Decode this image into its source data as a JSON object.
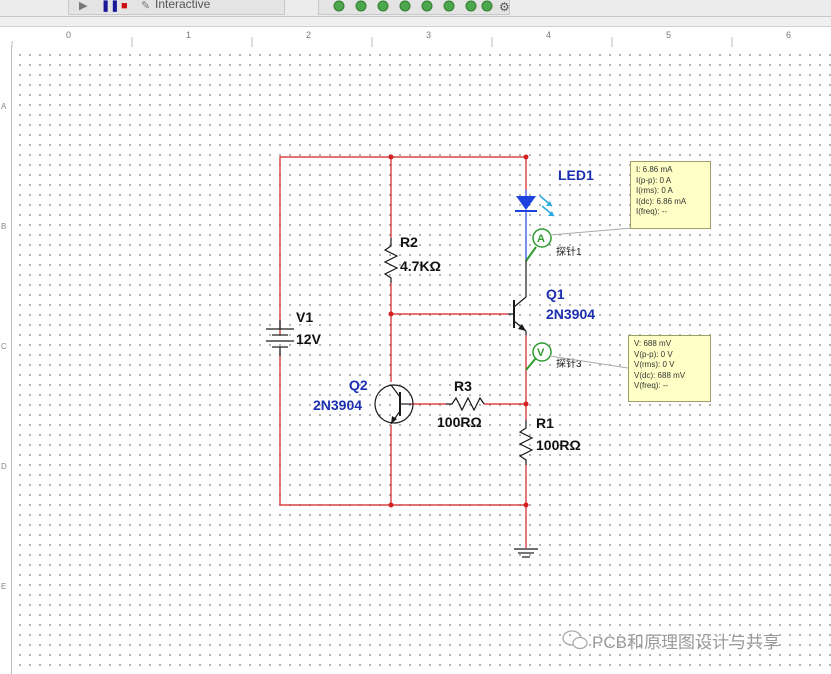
{
  "toolbar": {
    "mode_label": "Interactive",
    "instrument_icons": [
      "voltmeter-icon",
      "probe-icon",
      "probe-icon",
      "probe-icon",
      "voltage-probe-icon",
      "current-probe-icon",
      "voltage-probe-icon",
      "probe-icon",
      "gear-icon"
    ]
  },
  "ruler": {
    "numbers": [
      "0",
      "1",
      "2",
      "3",
      "4",
      "5",
      "6"
    ],
    "letters": [
      "A",
      "B",
      "C",
      "D",
      "E"
    ]
  },
  "circuit": {
    "v1": {
      "name": "V1",
      "value": "12V"
    },
    "r2": {
      "name": "R2",
      "value": "4.7KΩ"
    },
    "r3": {
      "name": "R3",
      "value": "100RΩ"
    },
    "r1": {
      "name": "R1",
      "value": "100RΩ"
    },
    "q1": {
      "name": "Q1",
      "model": "2N3904"
    },
    "q2": {
      "name": "Q2",
      "model": "2N3904"
    },
    "led1": {
      "name": "LED1"
    },
    "probe1": {
      "symbol": "A",
      "label": "探针1"
    },
    "probe3": {
      "symbol": "V",
      "label": "探针3"
    }
  },
  "probe1_readout": [
    "I: 6.86 mA",
    "I(p-p): 0 A",
    "I(rms): 0 A",
    "I(dc): 6.86 mA",
    "I(freq): --"
  ],
  "probe3_readout": [
    "V: 688 mV",
    "V(p-p): 0 V",
    "V(rms): 0 V",
    "V(dc): 688 mV",
    "V(freq): --"
  ],
  "watermark": "PCB和原理图设计与共享",
  "colors": {
    "wire": "#d42020",
    "component": "#1a1a1a",
    "label_blue": "#1c2fb0",
    "led": "#1c43e0",
    "probe": "#2e9b2e",
    "probe_box": "#ffffc6"
  }
}
